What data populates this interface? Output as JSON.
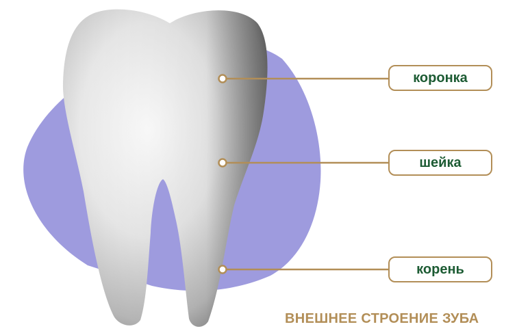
{
  "labels": {
    "crown": "коронка",
    "neck": "шейка",
    "root": "корень"
  },
  "caption": "ВНЕШНЕЕ СТРОЕНИЕ ЗУБА",
  "colors": {
    "blob": "#9e9bde",
    "accent_gold": "#b28e57",
    "label_text": "#1c5b33",
    "background": "#ffffff"
  }
}
